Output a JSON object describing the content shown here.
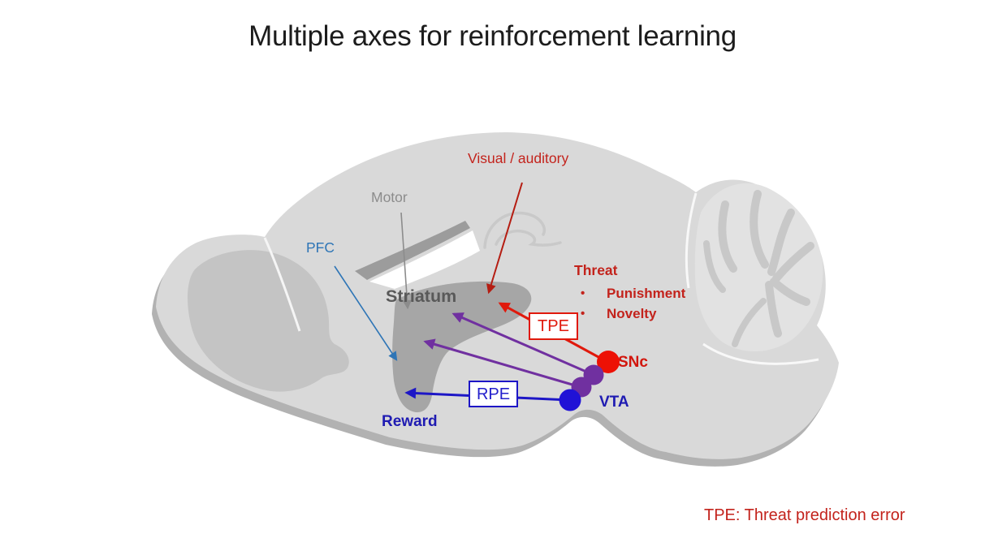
{
  "title": "Multiple axes for reinforcement learning",
  "caption": "TPE: Threat prediction error",
  "bullet_char": "•",
  "labels": {
    "visual_auditory": "Visual / auditory",
    "motor": "Motor",
    "pfc": "PFC",
    "striatum": "Striatum",
    "threat": "Threat",
    "threat_bullets": [
      "Punishment",
      "Novelty"
    ],
    "tpe_box": "TPE",
    "rpe_box": "RPE",
    "snc": "SNc",
    "vta": "VTA",
    "reward": "Reward"
  },
  "icons": {
    "brain": "mouse-brain-sagittal-silhouette",
    "dots": [
      "snc-dot-red",
      "dopamine-dot-purple",
      "dopamine-dot-purple",
      "vta-dot-blue"
    ],
    "arrows": [
      "pfc-arrow",
      "motor-arrow",
      "visual-auditory-arrow",
      "tpe-arrow",
      "purple-arrow-upper",
      "purple-arrow-lower",
      "rpe-arrow"
    ]
  },
  "colors": {
    "background": "#ffffff",
    "title_text": "#1c1c1c",
    "brain_fill": "#d9d9d9",
    "brain_shadow": "#b2b2b2",
    "olfactory_inner": "#c4c4c4",
    "striatum_fill": "#a6a6a6",
    "corpus_callosum": "#9c9c9c",
    "cerebellum_base": "#e2e2e2",
    "cerebellum_folia": "#c8c8c8",
    "label_red": "#c3231c",
    "bright_red": "#e0190c",
    "dot_red": "#ed1105",
    "purple": "#7030a0",
    "arrow_blue": "#1d16c6",
    "text_blue": "#1f1bb2",
    "dot_blue": "#2012d6",
    "pfc_blue": "#2e75b6",
    "motor_gray": "#8c8c8c",
    "striatum_label": "#595959"
  }
}
